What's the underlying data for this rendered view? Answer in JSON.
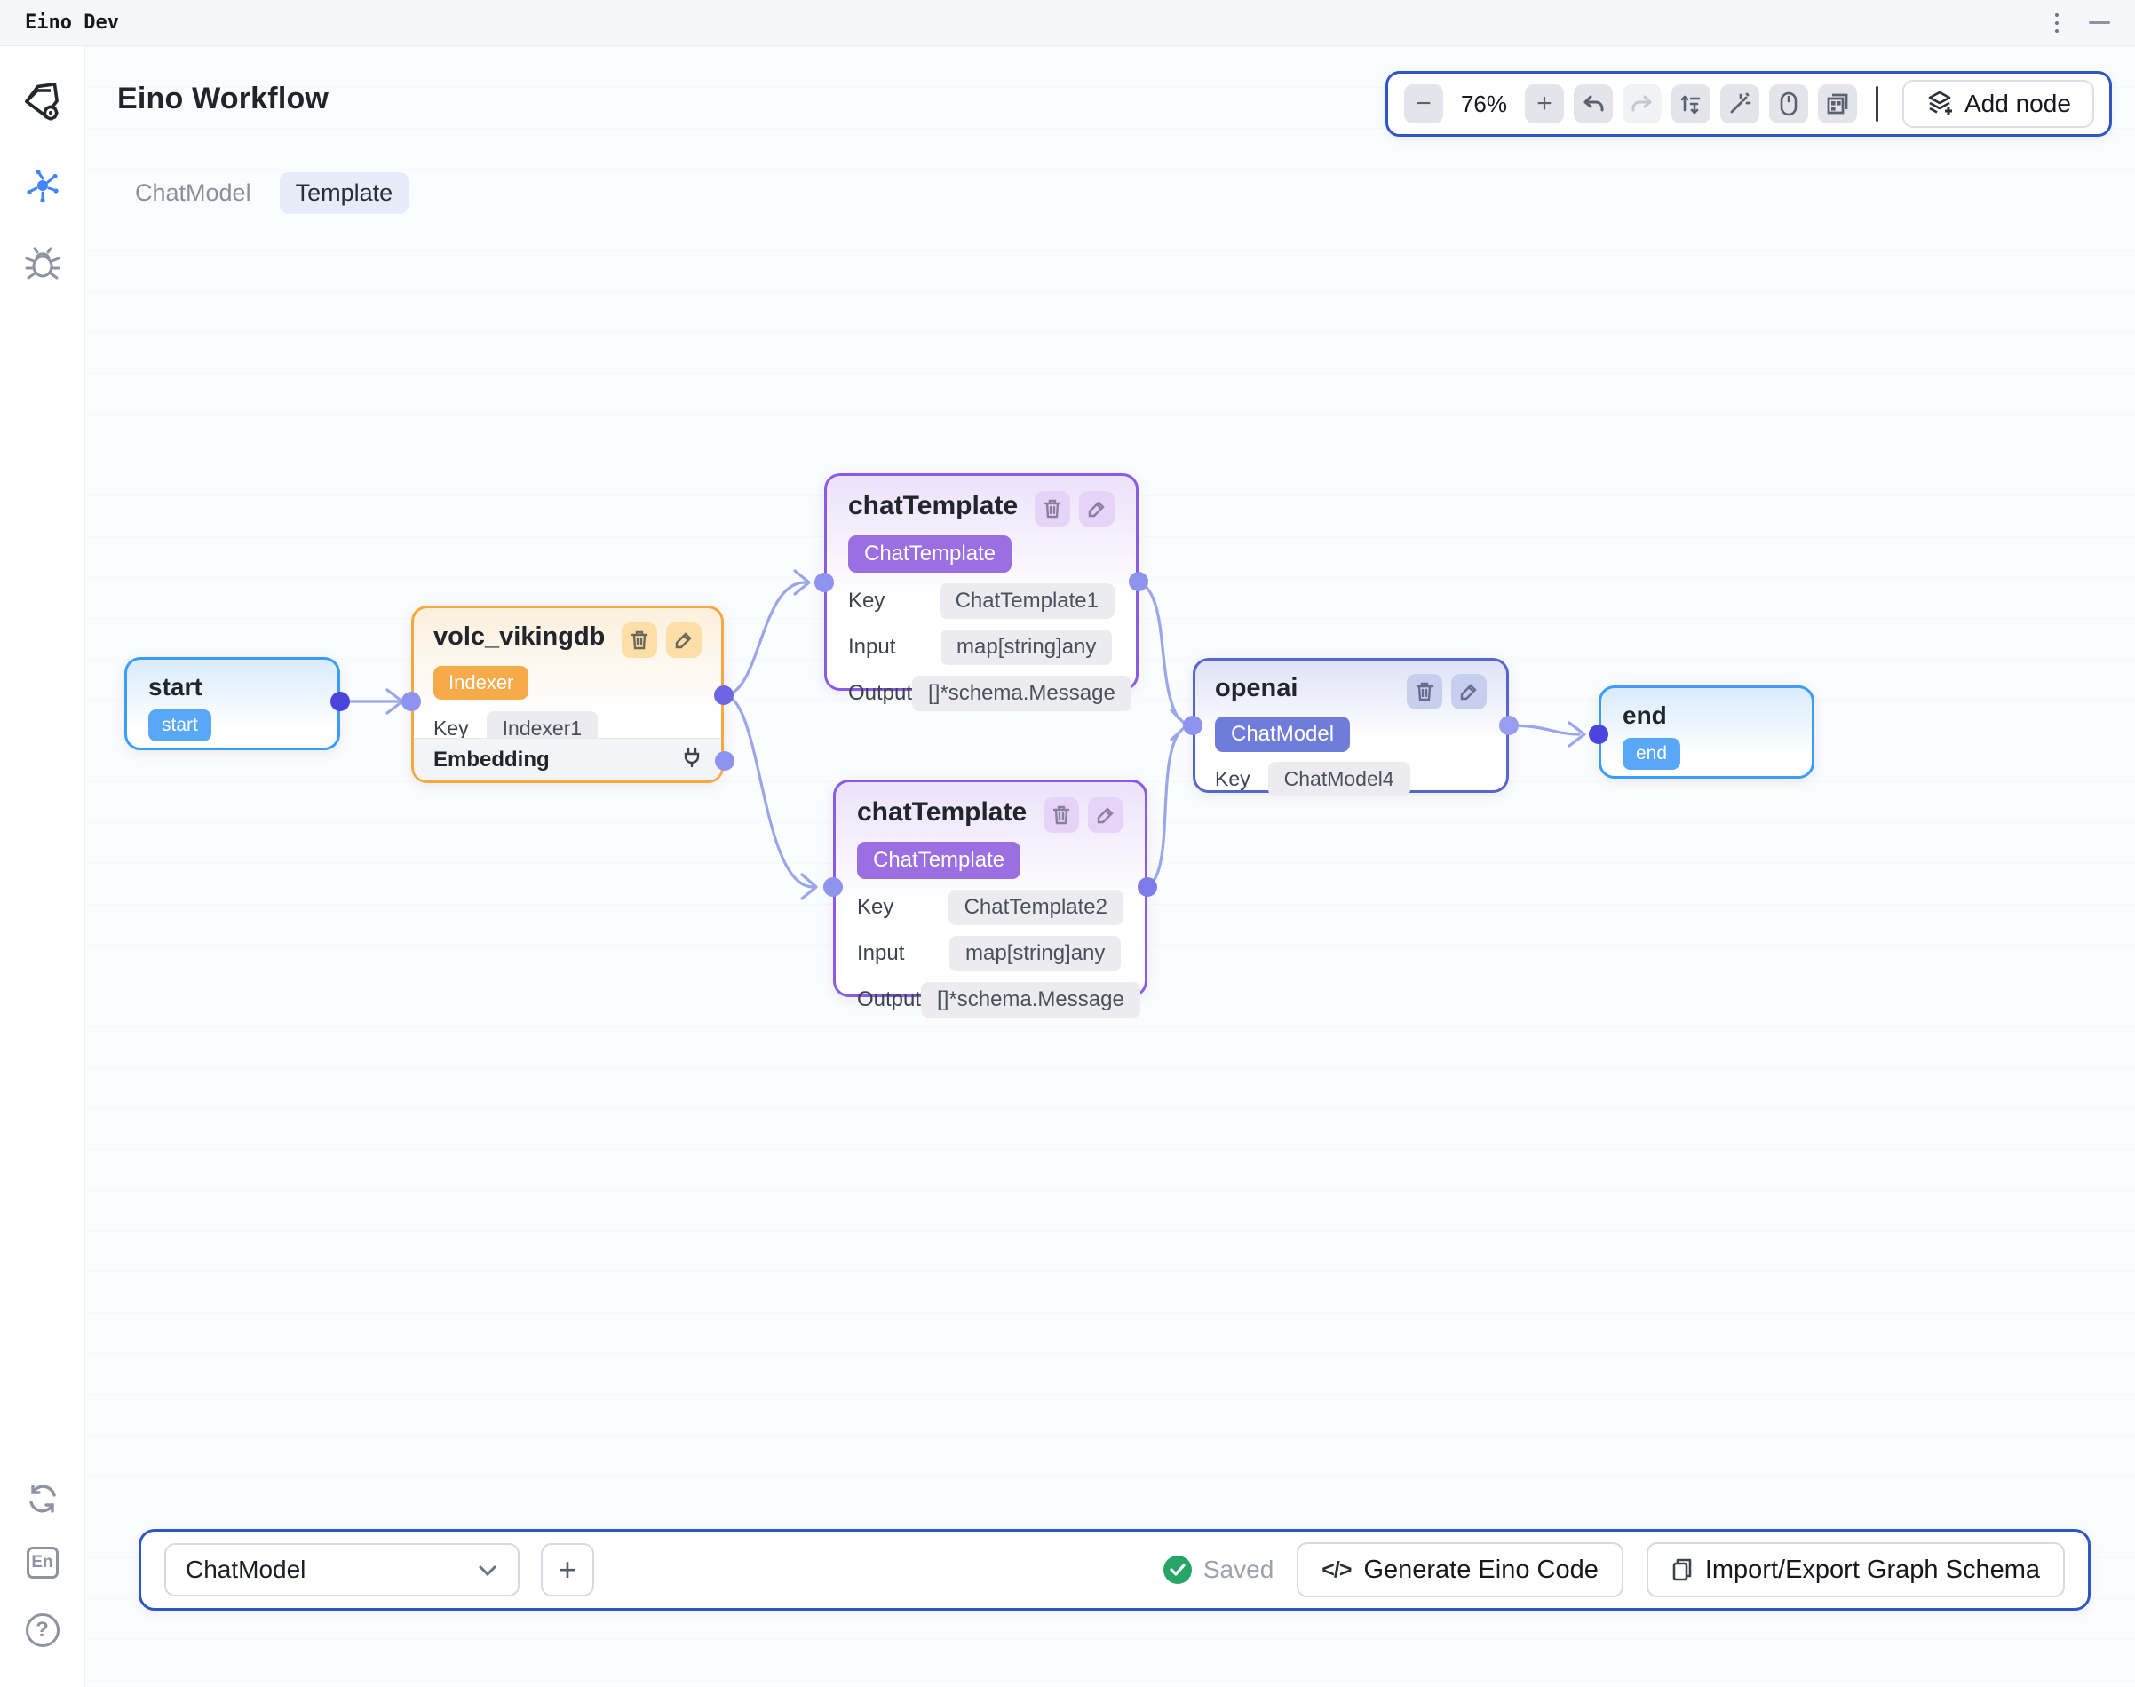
{
  "app": {
    "title": "Eino Dev"
  },
  "header": {
    "title": "Eino Workflow",
    "tabs": [
      {
        "label": "ChatModel",
        "active": false
      },
      {
        "label": "Template",
        "active": true
      }
    ]
  },
  "sidebar": {
    "icons": [
      "eino-logo",
      "workflow-graph",
      "debug-bug",
      "refresh",
      "language",
      "help"
    ],
    "language_label": "En",
    "help_label": "?"
  },
  "toolbar": {
    "zoom_out": "−",
    "zoom_level": "76%",
    "zoom_in": "+",
    "add_node": "Add node"
  },
  "nodes": {
    "start": {
      "title": "start",
      "badge": "start"
    },
    "volc": {
      "title": "volc_vikingdb",
      "badge": "Indexer",
      "key_label": "Key",
      "key_value": "Indexer1",
      "footer": "Embedding"
    },
    "ct1": {
      "title": "chatTemplate",
      "badge": "ChatTemplate",
      "rows": [
        {
          "label": "Key",
          "value": "ChatTemplate1"
        },
        {
          "label": "Input",
          "value": "map[string]any"
        },
        {
          "label": "Output",
          "value": "[]*schema.Message"
        }
      ]
    },
    "ct2": {
      "title": "chatTemplate",
      "badge": "ChatTemplate",
      "rows": [
        {
          "label": "Key",
          "value": "ChatTemplate2"
        },
        {
          "label": "Input",
          "value": "map[string]any"
        },
        {
          "label": "Output",
          "value": "[]*schema.Message"
        }
      ]
    },
    "openai": {
      "title": "openai",
      "badge": "ChatModel",
      "key_label": "Key",
      "key_value": "ChatModel4"
    },
    "end": {
      "title": "end",
      "badge": "end"
    }
  },
  "bottombar": {
    "graph_select_value": "ChatModel",
    "add_graph": "+",
    "status": "Saved",
    "generate_code": "Generate Eino Code",
    "code_icon": "</>",
    "import_export": "Import/Export Graph Schema"
  },
  "colors": {
    "accent_border": "#2f56c4",
    "node_blue": "#3b9df8",
    "node_orange": "#f6a83e",
    "node_purple": "#8a5ce6",
    "node_indigo": "#5766cf",
    "edge": "#99a7e9",
    "port_dark": "#4b44dd",
    "port_light": "#8e93f0",
    "saved_green": "#27a567",
    "active_tab_bg": "#e7ecfa"
  }
}
